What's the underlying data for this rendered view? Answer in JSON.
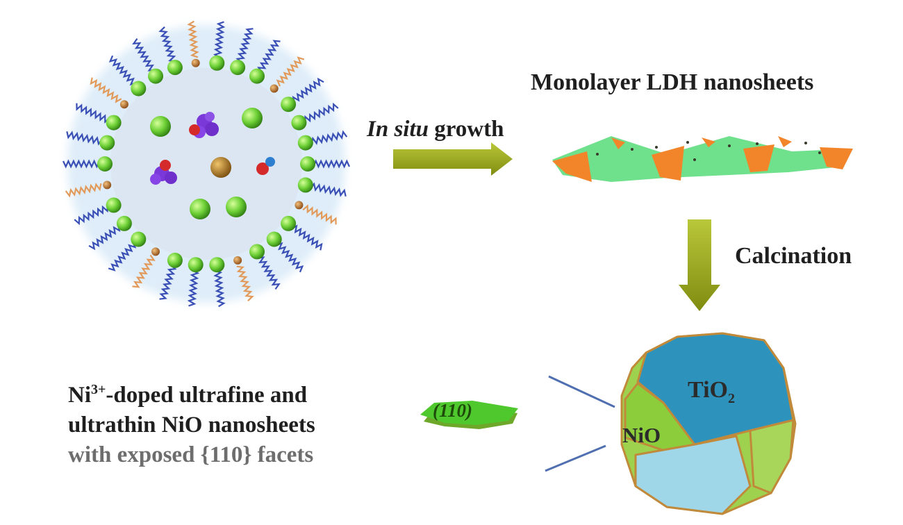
{
  "labels": {
    "monolayer": "Monolayer LDH nanosheets",
    "in_situ": "In situ",
    "growth": " growth",
    "calcination": "Calcination",
    "tio2_main": "TiO",
    "tio2_sub": "2",
    "nio": "NiO",
    "facet": "(110)"
  },
  "description": {
    "line1_pre": "Ni",
    "line1_sup": "3+",
    "line1_post": "-doped ultrafine and",
    "line2": "ultrathin NiO nanosheets",
    "line3": "with exposed {110} facets"
  },
  "colors": {
    "arrow": "#9cab1e",
    "head_bead": "#7bd23c",
    "orange": "#f2852a",
    "green_sheet": "#6fe08c",
    "tio2": "#2e93bc",
    "nio": "#9ed24e",
    "light_blue": "#9fd6e8",
    "tail": "#3a4fb5"
  }
}
